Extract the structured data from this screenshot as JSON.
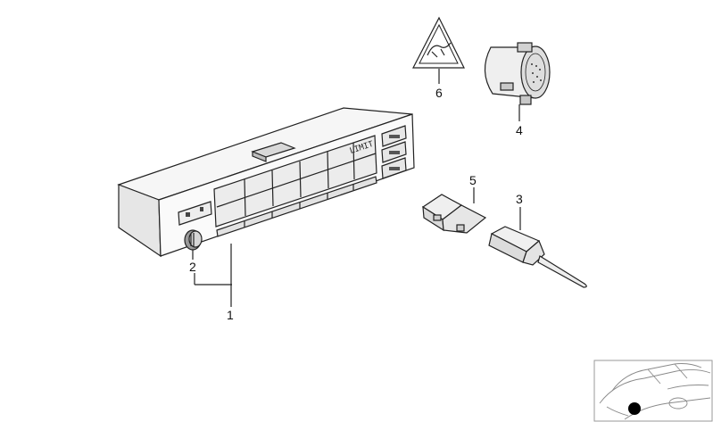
{
  "diagram": {
    "parts": [
      {
        "id": "1",
        "label": "1"
      },
      {
        "id": "2",
        "label": "2"
      },
      {
        "id": "3",
        "label": "3"
      },
      {
        "id": "4",
        "label": "4"
      },
      {
        "id": "5",
        "label": "5"
      },
      {
        "id": "6",
        "label": "6"
      }
    ],
    "display_text": "LIMIT",
    "colors": {
      "line": "#222222",
      "fill_light": "#f4f4f4",
      "fill_mid": "#dcdcdc",
      "fill_dark": "#9a9a9a",
      "marker": "#000000"
    }
  }
}
